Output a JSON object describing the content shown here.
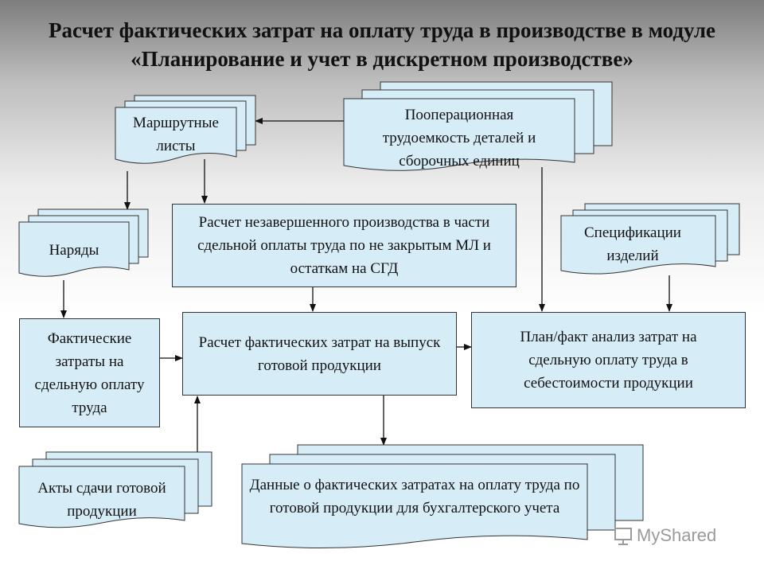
{
  "title": "Расчет фактических затрат на оплату труда в производстве в модуле «Планирование и учет в дискретном производстве»",
  "nodes": {
    "routing_sheets": "Маршрутные листы",
    "labor_intensity": "Пооперационная трудоемкость деталей и сборочных единиц",
    "work_orders": "Наряды",
    "wip_calc": "Расчет незавершенного производства в части сдельной оплаты труда по не закрытым МЛ и остаткам на СГД",
    "specifications": "Спецификации изделий",
    "actual_costs": "Фактические затраты на сдельную оплату труда",
    "output_calc": "Расчет фактических затрат на выпуск готовой продукции",
    "plan_fact": "План/факт анализ затрат на сдельную оплату труда в себестоимости продукции",
    "acceptance_acts": "Акты сдачи готовой продукции",
    "accounting_data": "Данные о фактических затратах на оплату труда по готовой продукции для бухгалтерского учета"
  },
  "watermark": "MyShared",
  "colors": {
    "box_fill": "#d6ecf7",
    "stroke": "#333333"
  }
}
